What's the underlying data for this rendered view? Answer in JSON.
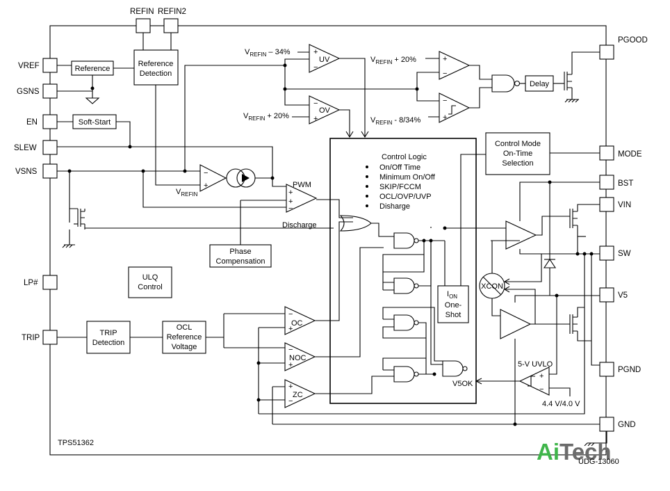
{
  "pins_left": {
    "vref": "VREF",
    "gsns": "GSNS",
    "en": "EN",
    "slew": "SLEW",
    "vsns": "VSNS",
    "lp": "LP#",
    "trip": "TRIP"
  },
  "pins_top": {
    "refin": "REFIN",
    "refin2": "REFIN2"
  },
  "pins_right": {
    "pgood": "PGOOD",
    "mode": "MODE",
    "bst": "BST",
    "vin": "VIN",
    "sw": "SW",
    "v5": "V5",
    "pgnd": "PGND",
    "gnd": "GND"
  },
  "blocks": {
    "reference": "Reference",
    "reference_detection": [
      "Reference",
      "Detection"
    ],
    "soft_start": "Soft-Start",
    "control_mode": [
      "Control Mode",
      "On-Time",
      "Selection"
    ],
    "phase_comp": [
      "Phase",
      "Compensation"
    ],
    "ulq": [
      "ULQ",
      "Control"
    ],
    "trip_detection": [
      "TRIP",
      "Detection"
    ],
    "ocl_ref": [
      "OCL",
      "Reference",
      "Voltage"
    ],
    "delay": "Delay",
    "ion_one_shot": {
      "sub": "ON",
      "lines": [
        "One-",
        "Shot"
      ]
    },
    "xcon": "XCON",
    "v5ok": "V5OK",
    "uvlo": "5-V UVLO"
  },
  "control_logic": {
    "title": "Control Logic",
    "items": [
      "On/Off Time",
      "Minimum On/Off",
      "SKIP/FCCM",
      "OCL/OVP/UVP",
      "Disharge"
    ]
  },
  "comparators": {
    "uv": "UV",
    "ov": "OV",
    "pwm": "PWM",
    "oc": "OC",
    "noc": "NOC",
    "zc": "ZC"
  },
  "labels": {
    "uv_thresh": " – 34%",
    "ov_thresh": " + 20%",
    "pg_hi_thresh": " + 20%",
    "pg_lo_thresh": " - 8/34%",
    "vrefin_main": "V",
    "vrefin_sub": "REFIN",
    "discharge": "Discharge",
    "uvlo_thresh": "4.4 V/4.0 V",
    "part_number": "TPS51362",
    "figure_code": "UDG-13060"
  },
  "logo": {
    "part1": "Ai",
    "part2": "Tech",
    "color1": "#3fb54a",
    "color2": "#6b6b6b"
  }
}
